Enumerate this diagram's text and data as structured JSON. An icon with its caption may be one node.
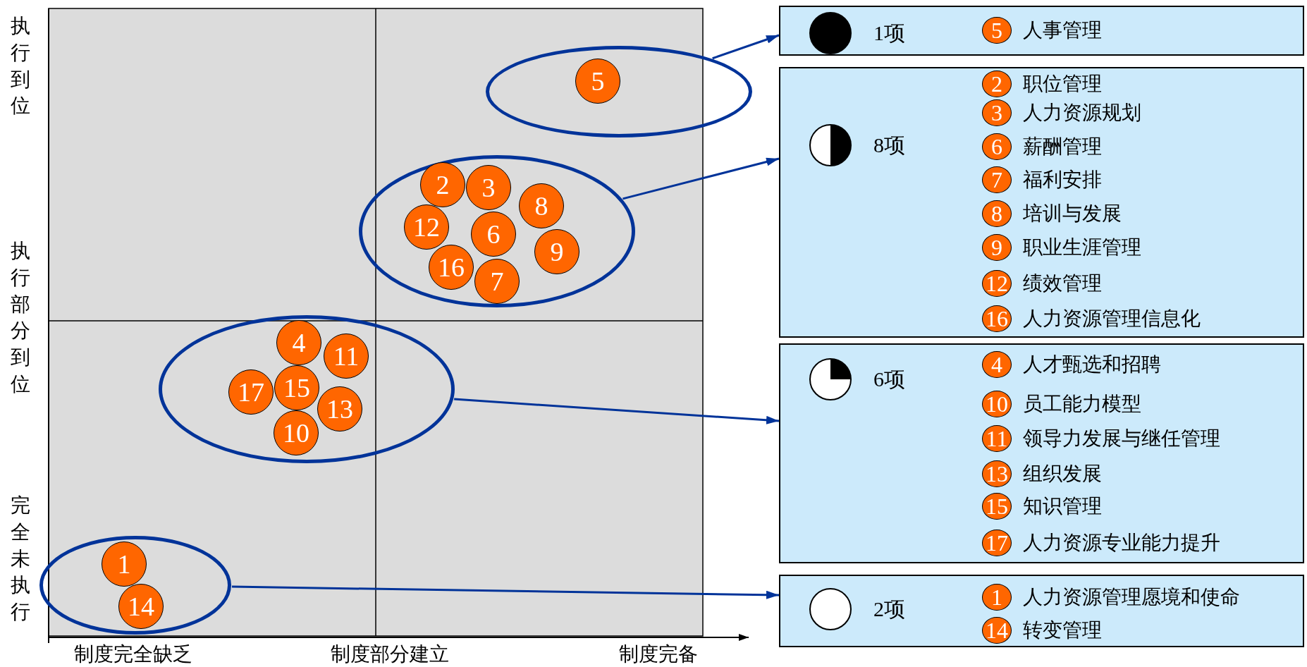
{
  "diagram": {
    "nodes": [
      {
        "text": [],
        "shape": "ellipse"
      },
      {
        "text": [
          "5"
        ],
        "in": 0
      },
      {
        "text": [],
        "shape": "ellipse"
      },
      {
        "text": [
          "2"
        ],
        "in": 2
      },
      {
        "text": [
          "3"
        ],
        "in": 2
      },
      {
        "text": [
          "12"
        ],
        "in": 2
      },
      {
        "text": [
          "8"
        ],
        "in": 2
      },
      {
        "text": [
          "6"
        ],
        "in": 2
      },
      {
        "text": [
          "9"
        ],
        "in": 2
      },
      {
        "text": [
          "16"
        ],
        "in": 2
      },
      {
        "text": [
          "7"
        ],
        "in": 2
      },
      {
        "text": [],
        "shape": "ellipse"
      },
      {
        "text": [
          "4"
        ],
        "in": 11
      },
      {
        "text": [
          "11"
        ],
        "in": 11
      },
      {
        "text": [
          "17"
        ],
        "in": 11
      },
      {
        "text": [
          "15"
        ],
        "in": 11
      },
      {
        "text": [
          "13"
        ],
        "in": 11
      },
      {
        "text": [
          "10"
        ],
        "in": 11
      },
      {
        "text": [],
        "shape": "ellipse"
      },
      {
        "text": [
          "1"
        ],
        "in": 18
      },
      {
        "text": [
          "14"
        ],
        "in": 18
      },
      {
        "text": [
          "1项"
        ]
      },
      {
        "text": [
          "5"
        ],
        "in": 21,
        "beside": [
          "人事管理"
        ]
      },
      {
        "text": [
          "8项"
        ]
      },
      {
        "text": [
          "2"
        ],
        "in": 23,
        "beside": [
          "职位管理"
        ]
      },
      {
        "text": [
          "3"
        ],
        "in": 23,
        "beside": [
          "人力资源规划"
        ]
      },
      {
        "text": [
          "6"
        ],
        "in": 23,
        "beside": [
          "薪酬管理"
        ]
      },
      {
        "text": [
          "7"
        ],
        "in": 23,
        "beside": [
          "福利安排"
        ]
      },
      {
        "text": [
          "8"
        ],
        "in": 23,
        "beside": [
          "培训与发展"
        ]
      },
      {
        "text": [
          "9"
        ],
        "in": 23,
        "beside": [
          "职业生涯管理"
        ]
      },
      {
        "text": [
          "12"
        ],
        "in": 23,
        "beside": [
          "绩效管理"
        ]
      },
      {
        "text": [
          "16"
        ],
        "in": 23,
        "beside": [
          "人力资源管理信息化"
        ]
      },
      {
        "text": [
          "6项"
        ]
      },
      {
        "text": [
          "4"
        ],
        "in": 32,
        "beside": [
          "人才甄选和招聘"
        ]
      },
      {
        "text": [
          "10"
        ],
        "in": 32,
        "beside": [
          "员工能力模型"
        ]
      },
      {
        "text": [
          "11"
        ],
        "in": 32,
        "beside": [
          "领导力发展与继任管理"
        ]
      },
      {
        "text": [
          "13"
        ],
        "in": 32,
        "beside": [
          "组织发展"
        ]
      },
      {
        "text": [
          "15"
        ],
        "in": 32,
        "beside": [
          "知识管理"
        ]
      },
      {
        "text": [
          "17"
        ],
        "in": 32,
        "beside": [
          "人力资源专业能力提升"
        ]
      },
      {
        "text": [
          "2项"
        ]
      },
      {
        "text": [
          "1"
        ],
        "in": 39,
        "beside": [
          "人力资源管理愿境和使命"
        ]
      },
      {
        "text": [
          "14"
        ],
        "in": 39,
        "beside": [
          "转变管理"
        ]
      }
    ],
    "edges": [
      {
        "from": 0,
        "to": 21,
        "arrow": "to"
      },
      {
        "from": 2,
        "to": 23,
        "arrow": "to"
      },
      {
        "from": 11,
        "to": 32,
        "arrow": "to"
      },
      {
        "from": 18,
        "to": 39,
        "arrow": "to"
      }
    ],
    "labels": [
      "执行到位",
      "执行部分到位",
      "完全未执行",
      "制度完全缺乏",
      "制度部分建立",
      "制度完备"
    ]
  }
}
